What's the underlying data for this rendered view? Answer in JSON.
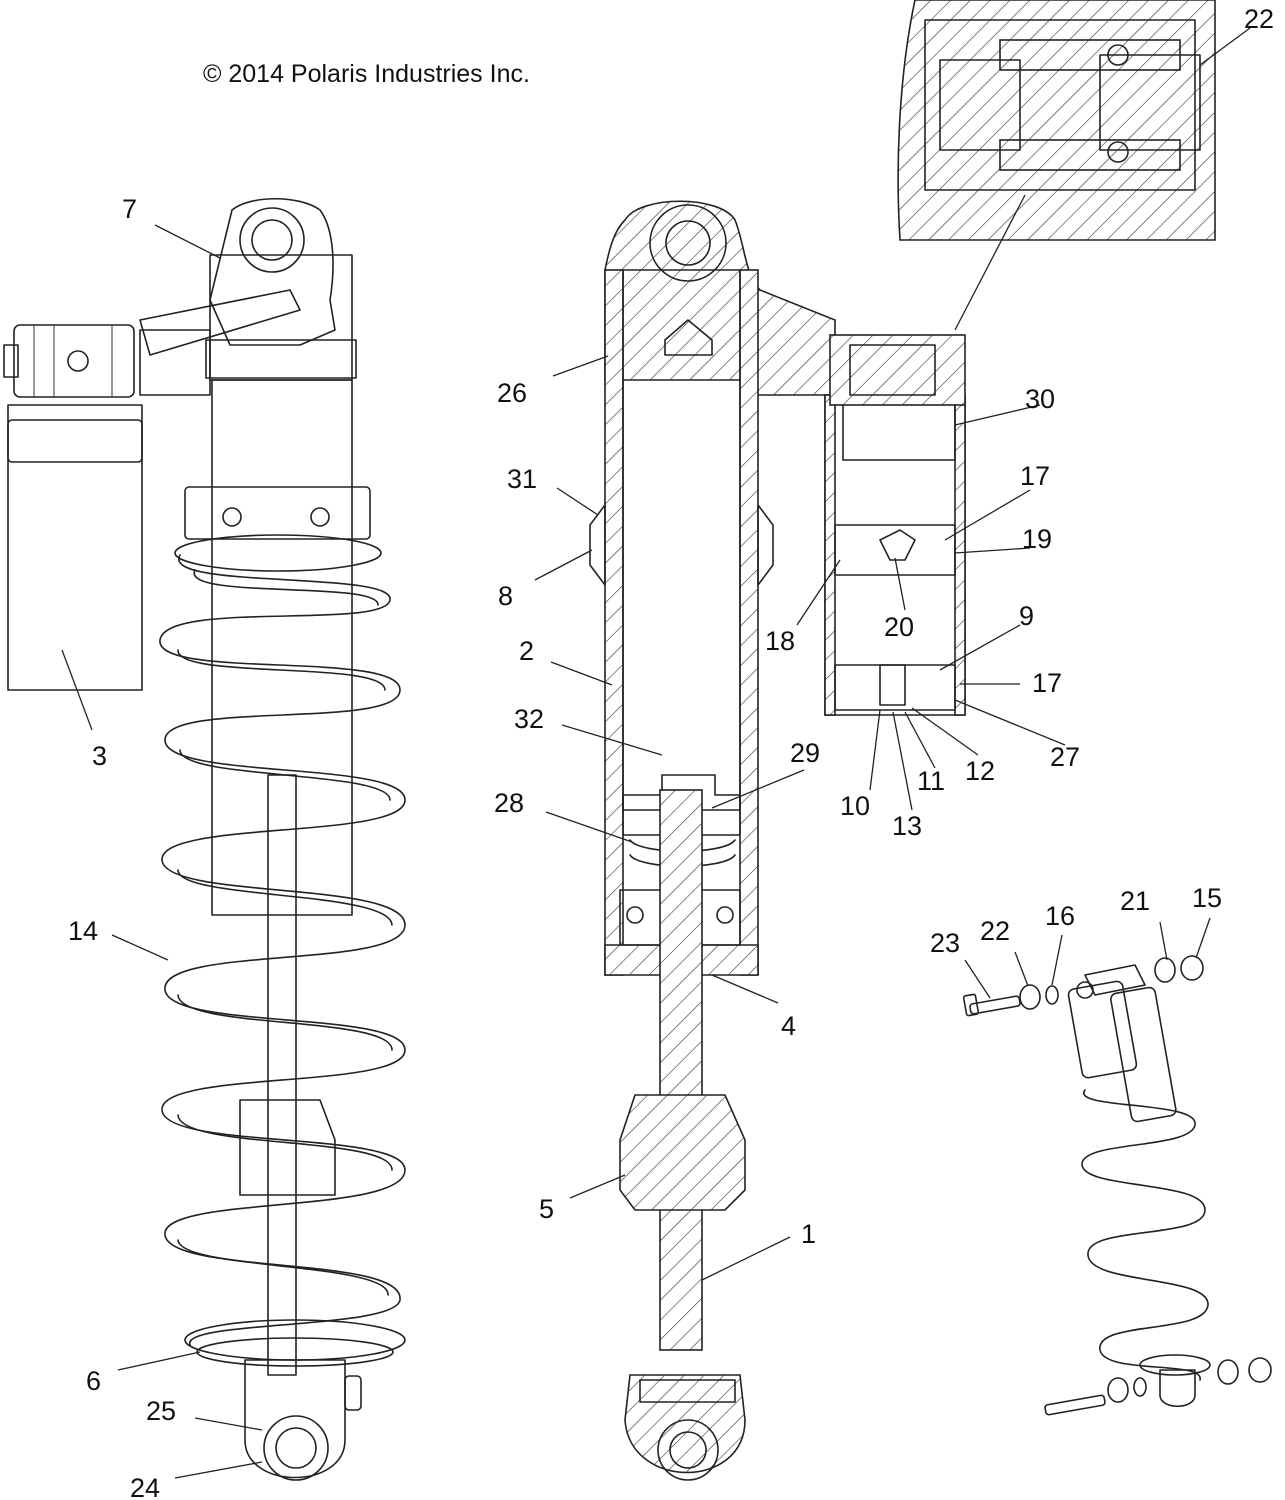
{
  "copyright": "© 2014 Polaris Industries Inc.",
  "callouts": [
    {
      "id": "c1",
      "label": "1"
    },
    {
      "id": "c2",
      "label": "2"
    },
    {
      "id": "c3",
      "label": "3"
    },
    {
      "id": "c4",
      "label": "4"
    },
    {
      "id": "c5",
      "label": "5"
    },
    {
      "id": "c6",
      "label": "6"
    },
    {
      "id": "c7",
      "label": "7"
    },
    {
      "id": "c8",
      "label": "8"
    },
    {
      "id": "c9",
      "label": "9"
    },
    {
      "id": "c10",
      "label": "10"
    },
    {
      "id": "c11",
      "label": "11"
    },
    {
      "id": "c12",
      "label": "12"
    },
    {
      "id": "c13",
      "label": "13"
    },
    {
      "id": "c14",
      "label": "14"
    },
    {
      "id": "c15",
      "label": "15"
    },
    {
      "id": "c16",
      "label": "16"
    },
    {
      "id": "c17a",
      "label": "17"
    },
    {
      "id": "c17b",
      "label": "17"
    },
    {
      "id": "c18",
      "label": "18"
    },
    {
      "id": "c19",
      "label": "19"
    },
    {
      "id": "c20",
      "label": "20"
    },
    {
      "id": "c21",
      "label": "21"
    },
    {
      "id": "c22a",
      "label": "22"
    },
    {
      "id": "c22b",
      "label": "22"
    },
    {
      "id": "c23",
      "label": "23"
    },
    {
      "id": "c24",
      "label": "24"
    },
    {
      "id": "c25",
      "label": "25"
    },
    {
      "id": "c26",
      "label": "26"
    },
    {
      "id": "c27",
      "label": "27"
    },
    {
      "id": "c28",
      "label": "28"
    },
    {
      "id": "c29",
      "label": "29"
    },
    {
      "id": "c30",
      "label": "30"
    },
    {
      "id": "c31",
      "label": "31"
    },
    {
      "id": "c32",
      "label": "32"
    }
  ]
}
